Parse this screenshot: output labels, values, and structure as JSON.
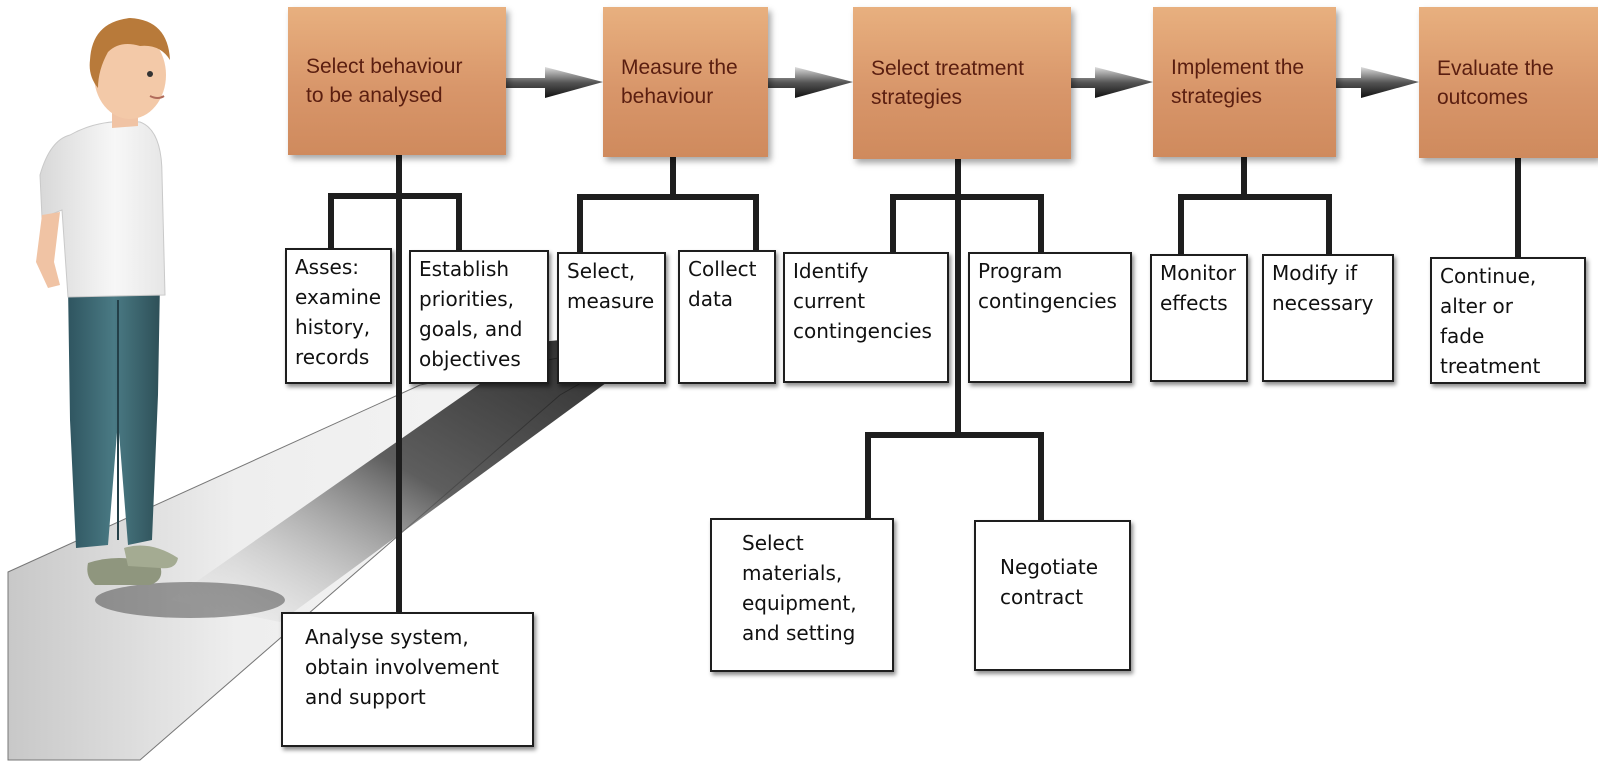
{
  "stages": {
    "select_behaviour": "Select behaviour\nto be analysed",
    "measure": "Measure the\nbehaviour",
    "select_treatment": "Select treatment\nstrategies",
    "implement": "Implement the\nstrategies",
    "evaluate": "Evaluate the\noutcomes"
  },
  "subtasks": {
    "asses": "Asses:\nexamine\nhistory,\nrecords",
    "establish": "Establish\npriorities,\ngoals, and\nobjectives",
    "select_measure": "Select,\nmeasure",
    "collect": "Collect\ndata",
    "identify": "Identify\ncurrent\ncontingencies",
    "program": "Program\ncontingencies",
    "monitor": "Monitor\neffects",
    "modify": "Modify  if\nnecessary",
    "continue": "Continue,\nalter  or\nfade\ntreatment",
    "select_materials": "Select\nmaterials,\nequipment,\nand setting",
    "negotiate": "Negotiate\ncontract",
    "analyse": "Analyse  system,\nobtain involvement\nand support"
  }
}
